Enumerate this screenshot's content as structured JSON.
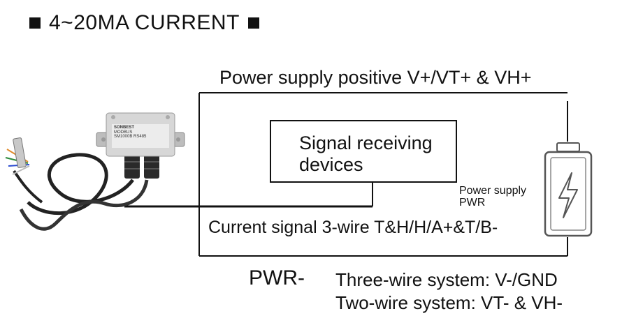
{
  "title": "4~20MA CURRENT",
  "top_wire_label": "Power supply positive V+/VT+ & VH+",
  "signal_box_label_line1": "Signal receiving",
  "signal_box_label_line2": "devices",
  "power_supply_label_line1": "Power supply",
  "power_supply_label_line2": "PWR",
  "bottom_wire_label": "Current signal 3-wire T&H/H/A+&T/B-",
  "pwr_minus_label": "PWR-",
  "three_wire_label": "Three-wire system: V-/GND",
  "two_wire_label": "Two-wire system: VT- & VH-",
  "device_brand": "SONBEST",
  "device_protocol": "MODBUS",
  "device_model": "SM1000B RS485"
}
